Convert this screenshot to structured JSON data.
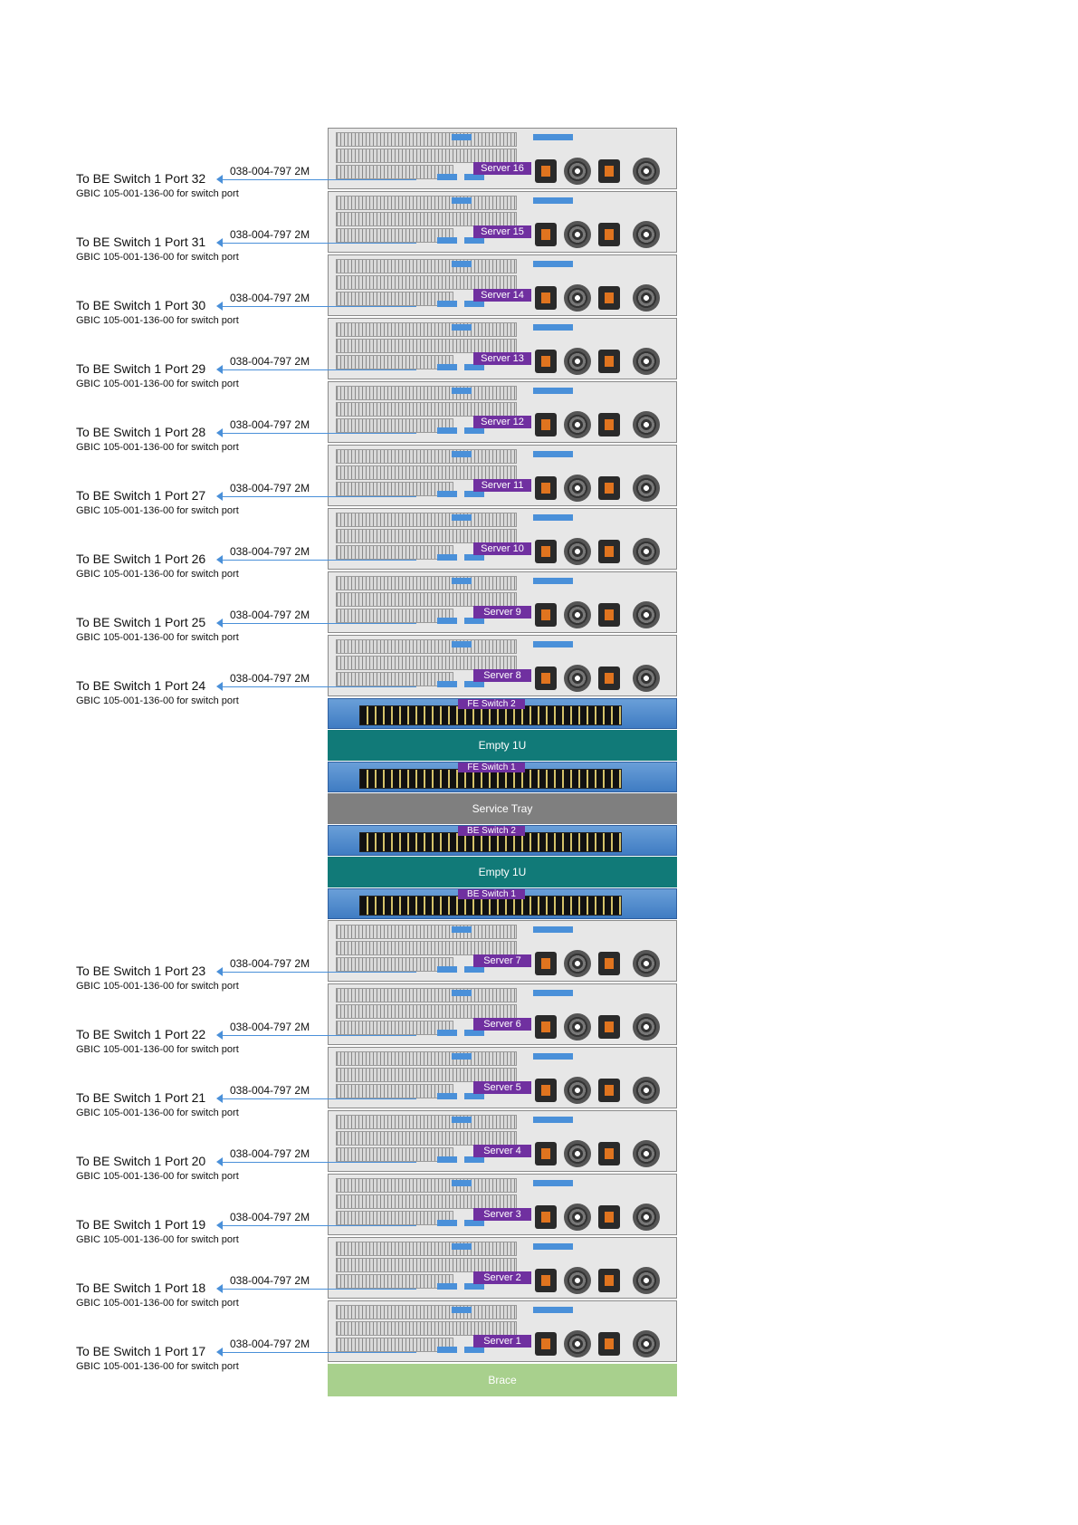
{
  "rack": [
    {
      "kind": "server",
      "label": "Server 16",
      "link": {
        "port": "To BE Switch 1 Port 32",
        "cable": "038-004-797   2M",
        "gbic": "GBIC 105-001-136-00 for switch port"
      }
    },
    {
      "kind": "server",
      "label": "Server 15",
      "link": {
        "port": "To BE Switch 1 Port 31",
        "cable": "038-004-797   2M",
        "gbic": "GBIC 105-001-136-00 for switch port"
      }
    },
    {
      "kind": "server",
      "label": "Server 14",
      "link": {
        "port": "To BE Switch 1 Port 30",
        "cable": "038-004-797   2M",
        "gbic": "GBIC 105-001-136-00 for switch port"
      }
    },
    {
      "kind": "server",
      "label": "Server 13",
      "link": {
        "port": "To BE Switch 1 Port 29",
        "cable": "038-004-797   2M",
        "gbic": "GBIC 105-001-136-00 for switch port"
      }
    },
    {
      "kind": "server",
      "label": "Server 12",
      "link": {
        "port": "To BE Switch 1 Port 28",
        "cable": "038-004-797   2M",
        "gbic": "GBIC 105-001-136-00 for switch port"
      }
    },
    {
      "kind": "server",
      "label": "Server 11",
      "link": {
        "port": "To BE Switch 1 Port 27",
        "cable": "038-004-797   2M",
        "gbic": "GBIC 105-001-136-00 for switch port"
      }
    },
    {
      "kind": "server",
      "label": "Server 10",
      "link": {
        "port": "To BE Switch 1 Port 26",
        "cable": "038-004-797   2M",
        "gbic": "GBIC 105-001-136-00 for switch port"
      }
    },
    {
      "kind": "server",
      "label": "Server 9",
      "link": {
        "port": "To BE Switch 1 Port 25",
        "cable": "038-004-797   2M",
        "gbic": "GBIC 105-001-136-00 for switch port"
      }
    },
    {
      "kind": "server",
      "label": "Server 8",
      "link": {
        "port": "To BE Switch 1 Port 24",
        "cable": "038-004-797   2M",
        "gbic": "GBIC 105-001-136-00 for switch port"
      }
    },
    {
      "kind": "switch",
      "label": "FE Switch 2"
    },
    {
      "kind": "empty",
      "label": "Empty 1U"
    },
    {
      "kind": "switch",
      "label": "FE Switch 1"
    },
    {
      "kind": "tray",
      "label": "Service Tray"
    },
    {
      "kind": "switch",
      "label": "BE Switch 2"
    },
    {
      "kind": "empty",
      "label": "Empty 1U"
    },
    {
      "kind": "switch",
      "label": "BE Switch 1"
    },
    {
      "kind": "server",
      "label": "Server 7",
      "link": {
        "port": "To BE Switch 1 Port 23",
        "cable": "038-004-797   2M",
        "gbic": "GBIC 105-001-136-00 for switch port"
      }
    },
    {
      "kind": "server",
      "label": "Server 6",
      "link": {
        "port": "To BE Switch 1 Port 22",
        "cable": "038-004-797   2M",
        "gbic": "GBIC 105-001-136-00 for switch port"
      }
    },
    {
      "kind": "server",
      "label": "Server 5",
      "link": {
        "port": "To BE Switch 1 Port 21",
        "cable": "038-004-797   2M",
        "gbic": "GBIC 105-001-136-00 for switch port"
      }
    },
    {
      "kind": "server",
      "label": "Server 4",
      "link": {
        "port": "To BE Switch 1 Port 20",
        "cable": "038-004-797   2M",
        "gbic": "GBIC 105-001-136-00 for switch port"
      }
    },
    {
      "kind": "server",
      "label": "Server 3",
      "link": {
        "port": "To BE Switch 1 Port 19",
        "cable": "038-004-797   2M",
        "gbic": "GBIC 105-001-136-00 for switch port"
      }
    },
    {
      "kind": "server",
      "label": "Server 2",
      "link": {
        "port": "To BE Switch 1 Port 18",
        "cable": "038-004-797   2M",
        "gbic": "GBIC 105-001-136-00 for switch port"
      }
    },
    {
      "kind": "server",
      "label": "Server 1",
      "link": {
        "port": "To BE Switch 1 Port 17",
        "cable": "038-004-797   2M",
        "gbic": "GBIC 105-001-136-00 for switch port"
      }
    },
    {
      "kind": "brace",
      "label": "Brace"
    }
  ],
  "colors": {
    "server_tag": "#7030a0",
    "switch_body": "#3f7cc3",
    "empty_slot": "#117a78",
    "service_tray": "#7f7f7f",
    "brace": "#a8d08d",
    "cable_line": "#4a90d9"
  }
}
